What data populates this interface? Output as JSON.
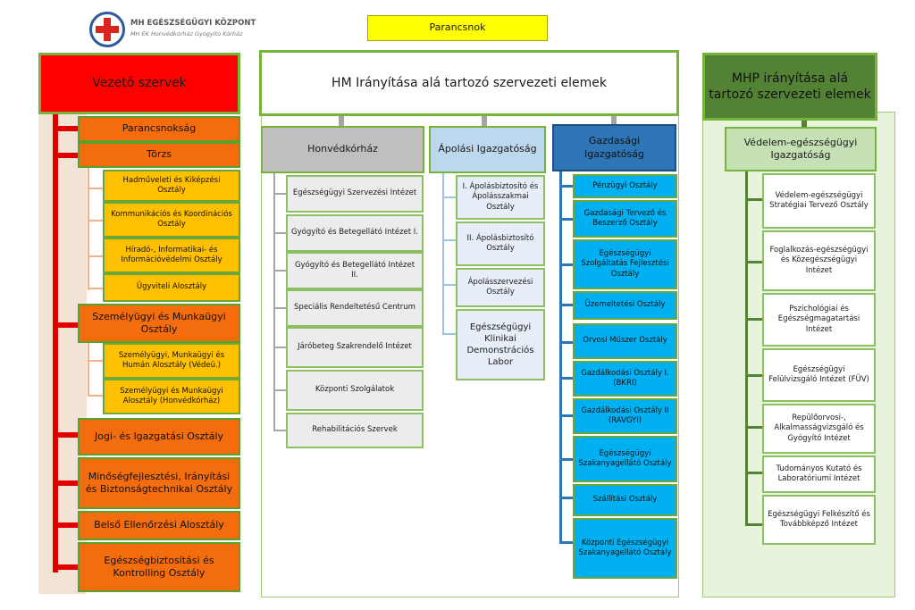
{
  "logo": {
    "title": "MH EGÉSZSÉGÜGYI KÖZPONT",
    "subtitle": "MH EK Honvédkórház Gyógyító Kórház"
  },
  "commander": "Parancsnok",
  "column_left": {
    "header": "Vezető szervek",
    "items": [
      "Parancsnokság",
      "Törzs",
      "Hadműveleti és Kiképzési Osztály",
      "Kommunikációs és Koordinációs Osztály",
      "Híradó-, Informatikai- és Információvédelmi Osztály",
      "Ügyviteli Alosztály",
      "Személyügyi és Munkaügyi Osztály",
      "Személyügyi, Munkaügyi és Humán Alosztály (Védeü.)",
      "Személyügyi és Munkaügyi Alosztály (Honvédkórház)",
      "Jogi- és Igazgatási Osztály",
      "Minőségfejlesztési, Irányítási és Biztonságtechnikai Osztály",
      "Belső Ellenőrzési Alosztály",
      "Egészségbiztosítási és Kontrolling Osztály"
    ]
  },
  "column_mid": {
    "header": "HM Irányítása alá tartozó szervezeti elemek",
    "honved": {
      "header": "Honvédkórház",
      "items": [
        "Egészségügyi Szervezési Intézet",
        "Gyógyító és Betegellátó Intézet I.",
        "Gyógyító és Betegellátó Intézet II.",
        "Speciális Rendeltetésű Centrum",
        "Járóbeteg Szakrendelő Intézet",
        "Központi Szolgálatok",
        "Rehabilitációs Szervek"
      ]
    },
    "apolasi": {
      "header": "Ápolási Igazgatóság",
      "items": [
        "I. Ápolásbiztosító és Ápolásszakmai Osztály",
        "II. Ápolásbiztosító Osztály",
        "Ápolásszervezési Osztály",
        "Egészségügyi Klinikai Demonstrációs Labor"
      ]
    },
    "gazdasagi": {
      "header": "Gazdasági Igazgatóság",
      "items": [
        "Pénzügyi Osztály",
        "Gazdasági Tervező és Beszerző Osztály",
        "Egészségügyi Szolgáltatás Fejlesztési Osztály",
        "Üzemeltetési Osztály",
        "Orvosi Műszer Osztály",
        "Gazdálkodási Osztály I. (BKRI)",
        "Gazdálkodási Osztály II (RAVGYI)",
        "Egészségügyi Szakanyagellátó Osztály",
        "Szállítási Osztály",
        "Központi Egészségügyi Szakanyagellátó Osztály"
      ]
    }
  },
  "column_right": {
    "header": "MHP irányítása alá tartozó szervezeti elemek",
    "sub_header": "Védelem-egészségügyi Igazgatóság",
    "items": [
      "Védelem-egészségügyi Stratégiai Tervező Osztály",
      "Foglalkozás-egészségügyi és Közegészségügyi Intézet",
      "Pszichológiai és Egészségmagatartási Intézet",
      "Egészségügyi Felülvizsgáló Intézet (FÜV)",
      "Repülőorvosi-, Alkalmasságvizsgáló és Gyógyító Intézet",
      "Tudományos Kutató és Laboratóriumi Intézet",
      "Egészségügyi Felkészítő és Továbbképző Intézet"
    ]
  },
  "colors": {
    "red": "#ff0000",
    "orange": "#f36c0d",
    "amber": "#ffc000",
    "green_border": "#76b33a",
    "dark_green": "#548235",
    "blue": "#2e75b6",
    "cyan": "#00b0f0"
  }
}
